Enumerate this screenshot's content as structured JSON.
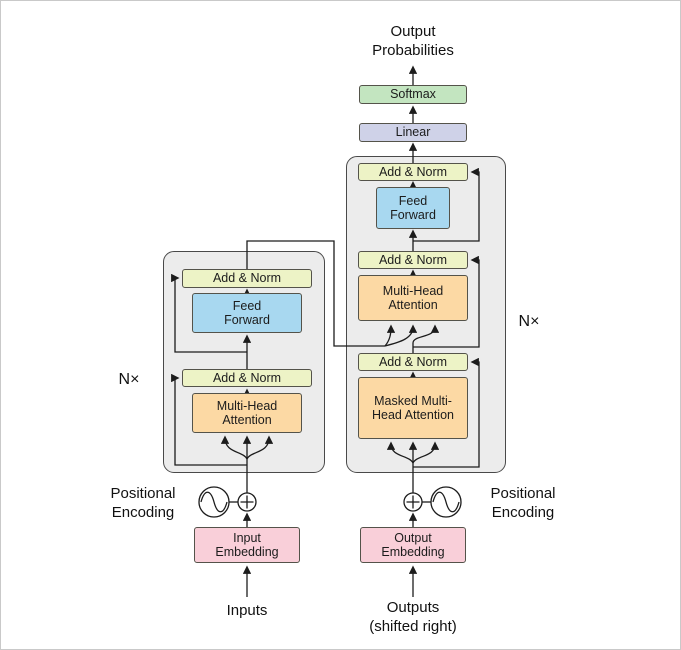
{
  "colors": {
    "add_norm": "#edf3c6",
    "feed_forward": "#a8d8f0",
    "attention": "#fcd9a4",
    "embedding": "#f9cfd9",
    "linear": "#cfd2e8",
    "softmax": "#c3e5c0",
    "container": "#ececec",
    "line": "#1c1c1c"
  },
  "top": {
    "output_probabilities": "Output Probabilities",
    "softmax": "Softmax",
    "linear": "Linear"
  },
  "encoder": {
    "repeat_label": "N×",
    "add_norm_top": "Add & Norm",
    "feed_forward": "Feed Forward",
    "add_norm_bottom": "Add & Norm",
    "multi_head_attention": "Multi-Head Attention"
  },
  "decoder": {
    "repeat_label": "N×",
    "add_norm_top": "Add & Norm",
    "feed_forward": "Feed Forward",
    "add_norm_mid": "Add & Norm",
    "multi_head_attention": "Multi-Head Attention",
    "add_norm_bottom": "Add & Norm",
    "masked_multi_head_attention": "Masked Multi-Head Attention"
  },
  "bottom": {
    "positional_encoding_left": "Positional Encoding",
    "positional_encoding_right": "Positional Encoding",
    "input_embedding": "Input Embedding",
    "output_embedding": "Output Embedding",
    "inputs": "Inputs",
    "outputs": "Outputs (shifted right)"
  }
}
